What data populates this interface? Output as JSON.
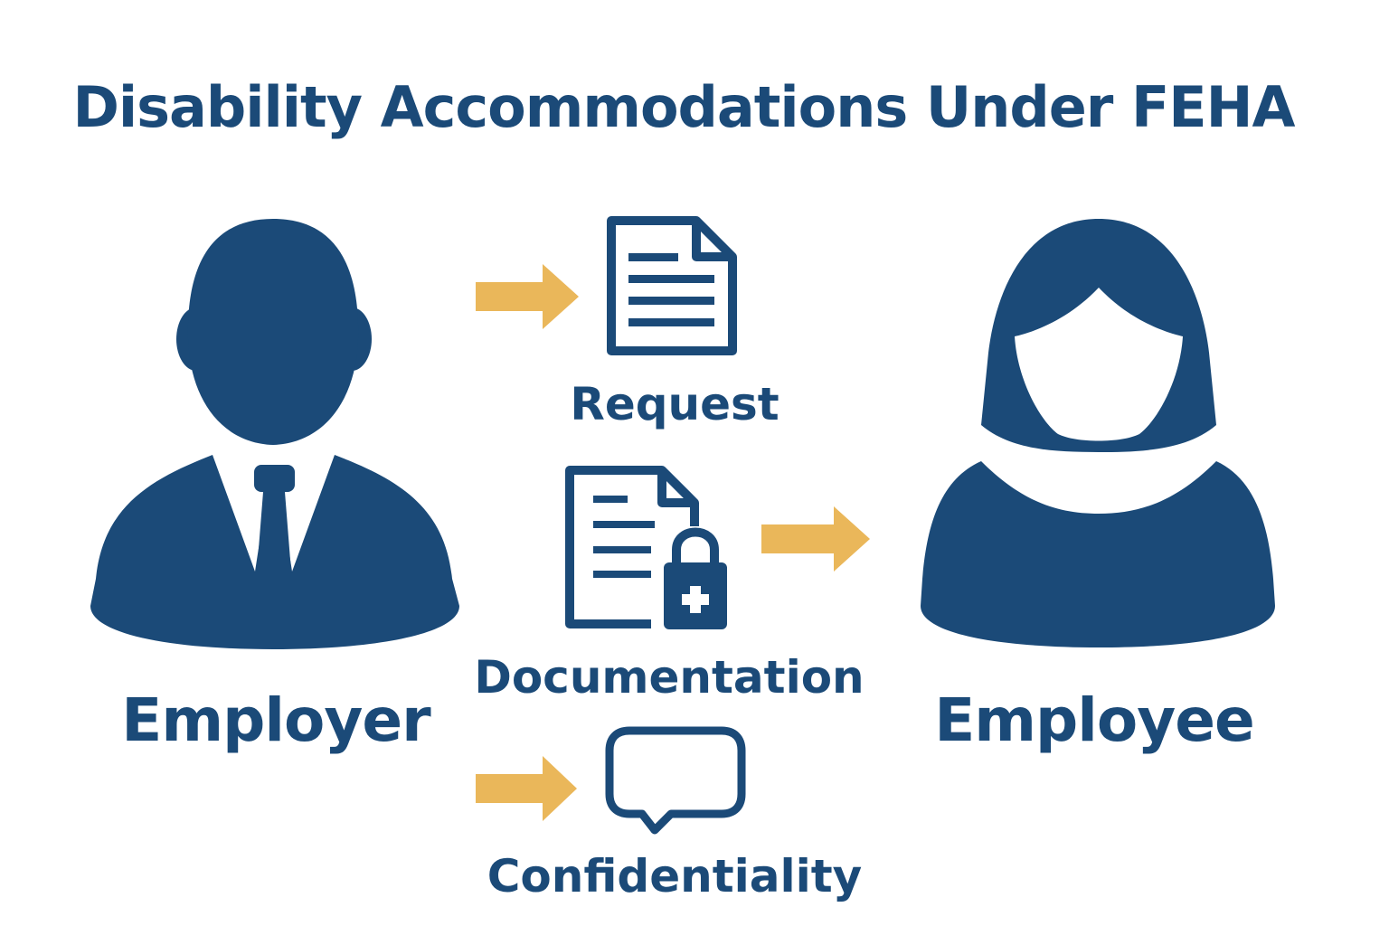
{
  "title": "Disability Accommodations Under FEHA",
  "roles": {
    "employer": {
      "label": "Employer",
      "icon": "male-person-icon"
    },
    "employee": {
      "label": "Employee",
      "icon": "female-person-icon"
    }
  },
  "steps": [
    {
      "label": "Request",
      "icon": "document-icon"
    },
    {
      "label": "Documentation",
      "icon": "locked-medical-document-icon"
    },
    {
      "label": "Confidentiality",
      "icon": "speech-bubble-icon"
    }
  ],
  "colors": {
    "primary": "#1b4a78",
    "arrow": "#eab75a",
    "background": "#ffffff"
  }
}
